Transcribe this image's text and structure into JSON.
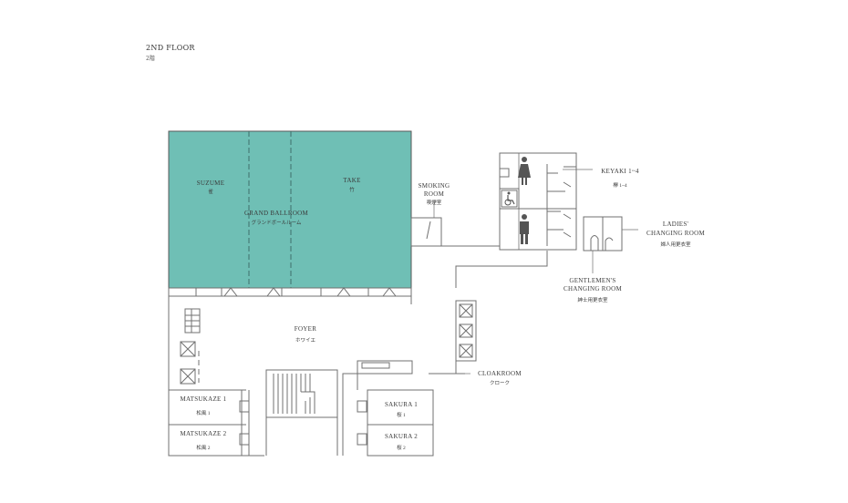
{
  "floor": {
    "title": "2ND FLOOR",
    "subtitle": "2階"
  },
  "rooms": {
    "suzume": {
      "name": "SUZUME",
      "jp": "雀"
    },
    "take": {
      "name": "TAKE",
      "jp": "竹"
    },
    "ballroom": {
      "name": "GRAND BALLROOM",
      "jp": "グランドボールルーム"
    },
    "smoking": {
      "line1": "SMOKING",
      "line2": "ROOM",
      "jp": "喫煙室"
    },
    "keyaki": {
      "name": "KEYAKI 1~4",
      "jp": "欅 1~4"
    },
    "ladies": {
      "line1": "LADIES'",
      "line2": "CHANGING ROOM",
      "jp": "婦人用更衣室"
    },
    "gentlemen": {
      "line1": "GENTLEMEN'S",
      "line2": "CHANGING ROOM",
      "jp": "紳士用更衣室"
    },
    "foyer": {
      "name": "FOYER",
      "jp": "ホワイエ"
    },
    "cloakroom": {
      "name": "CLOAKROOM",
      "jp": "クローク"
    },
    "matsukaze1": {
      "name": "MATSUKAZE 1",
      "jp": "松風 1"
    },
    "matsukaze2": {
      "name": "MATSUKAZE 2",
      "jp": "松風 2"
    },
    "sakura1": {
      "name": "SAKURA 1",
      "jp": "桜 1"
    },
    "sakura2": {
      "name": "SAKURA 2",
      "jp": "桜 2"
    }
  },
  "icons": [
    "female-restroom-icon",
    "male-restroom-icon",
    "wheelchair-icon",
    "elevator-icon",
    "stairs-icon"
  ],
  "colors": {
    "ballroom_fill": "#6fbfb5",
    "wall": "#707070",
    "text": "#3a3a3a"
  }
}
